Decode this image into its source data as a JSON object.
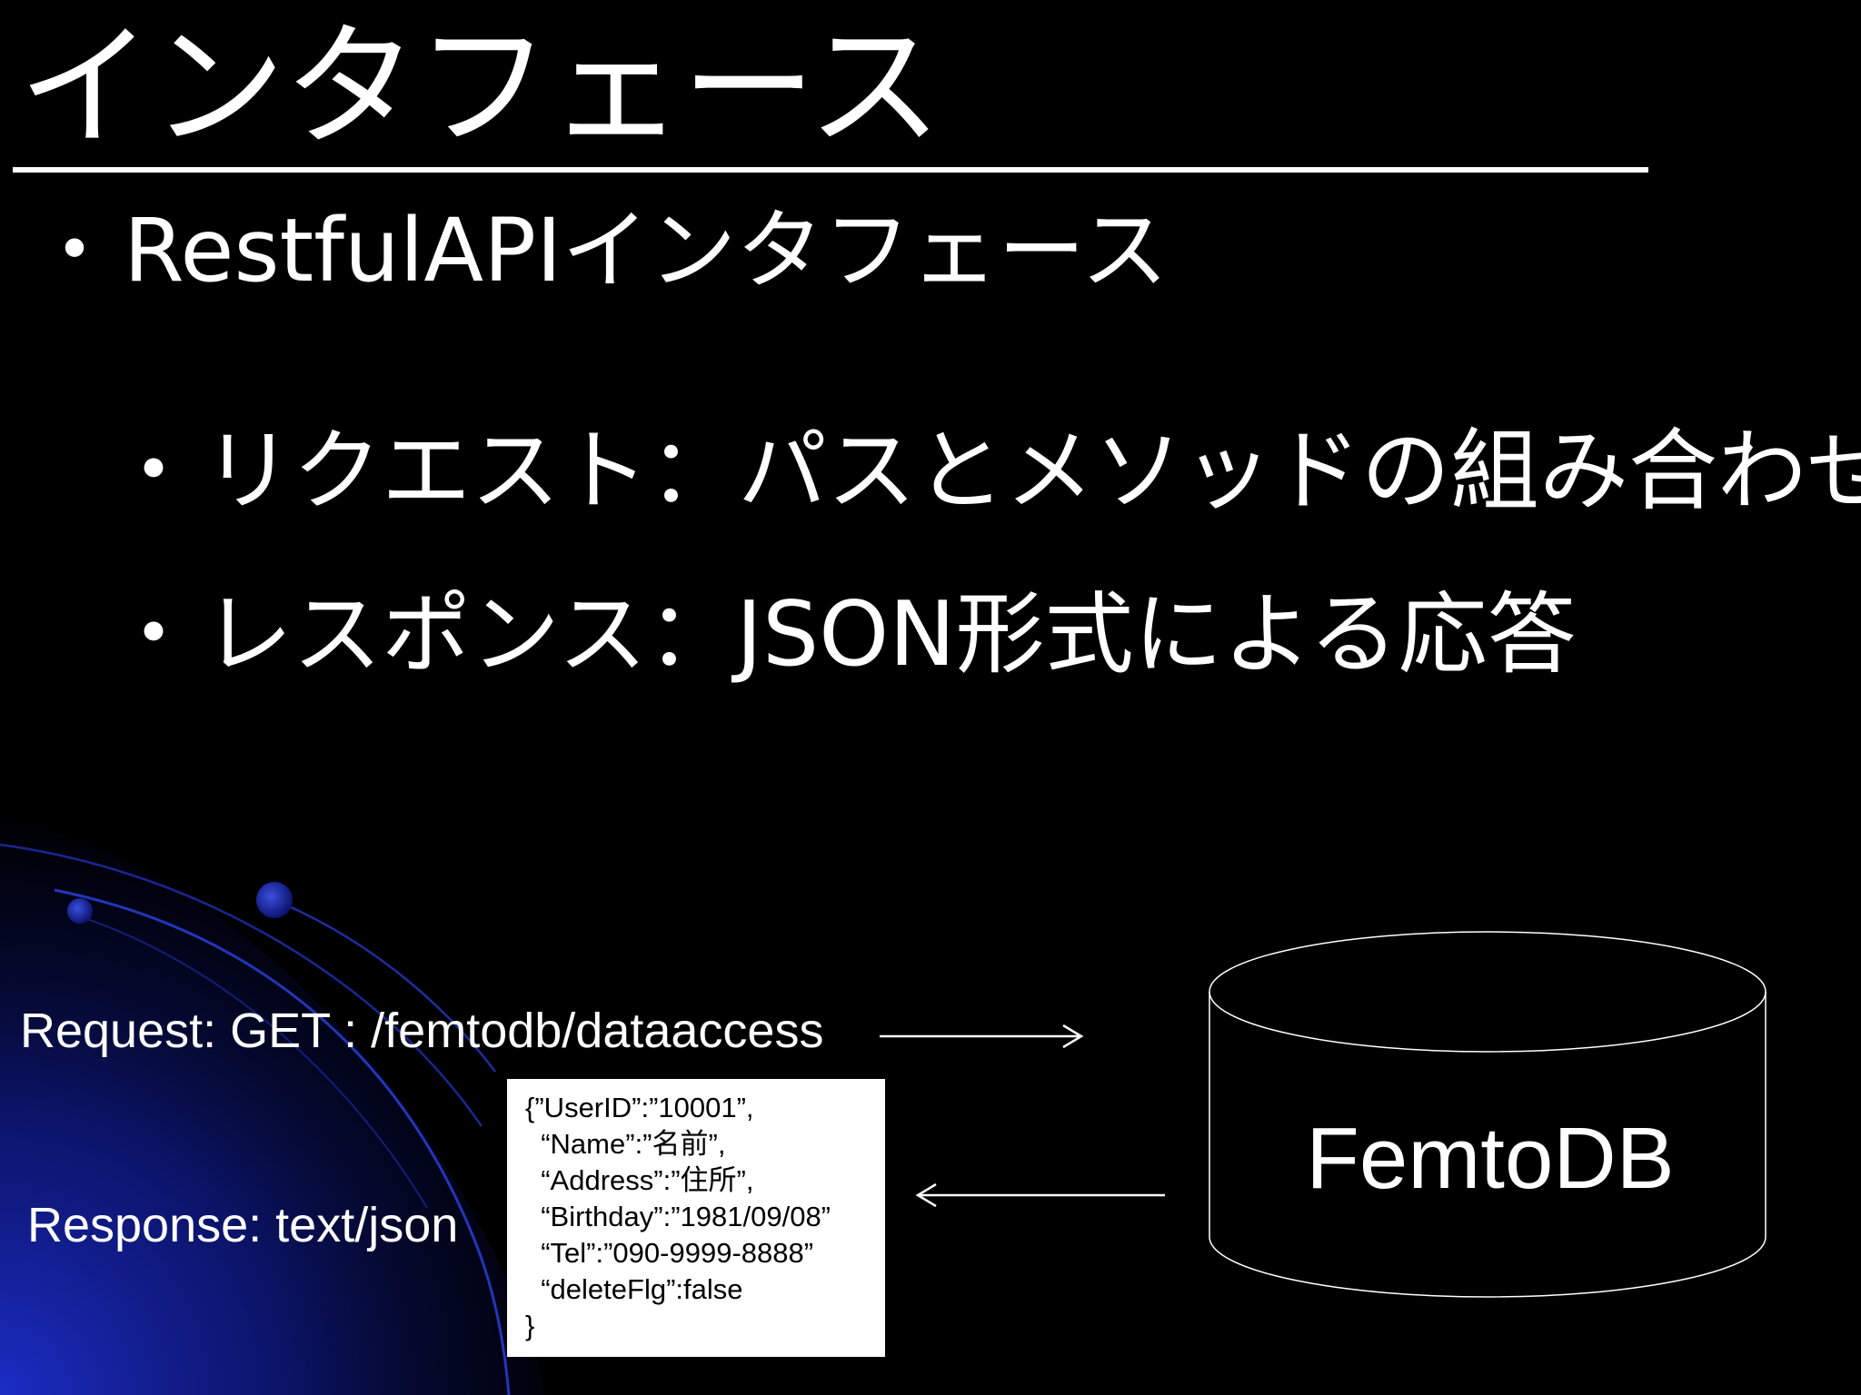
{
  "slide": {
    "title": "インタフェース",
    "bullets": [
      {
        "mark": "・",
        "text": "RestfulAPIインタフェース"
      },
      {
        "mark": "・",
        "text": "リクエスト：パスとメソッドの組み合わせ"
      },
      {
        "mark": "・",
        "text": "レスポンス：JSON形式による応答"
      }
    ]
  },
  "diagram": {
    "request_label": "Request: GET : /femtodb/dataaccess",
    "response_label": "Response: text/json",
    "json_lines": [
      "{”UserID”:”10001”,",
      "  “Name”:”名前”,",
      "  “Address”:”住所”,",
      "  “Birthday”:”1981/09/08”",
      "  “Tel”:”090-9999-8888”",
      "  “deleteFlg”:false",
      "}"
    ],
    "database_label": "FemtoDB"
  },
  "colors": {
    "background": "#000000",
    "text": "#ffffff",
    "accent_blue": "#1a2fc8",
    "json_box_bg": "#ffffff"
  }
}
